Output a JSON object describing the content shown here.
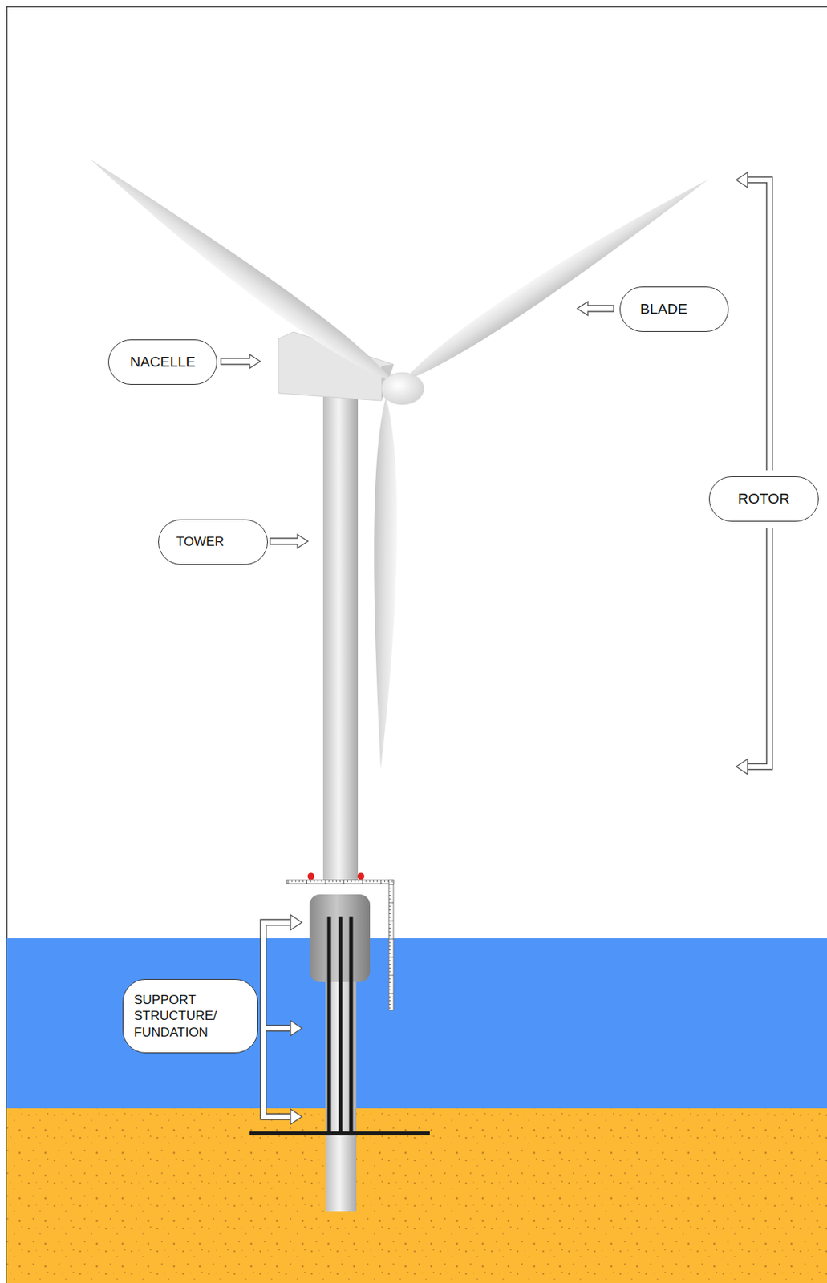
{
  "diagram": {
    "nodes": [
      {
        "text": [
          "BLADE"
        ]
      },
      {
        "text": [
          "NACELLE"
        ]
      },
      {
        "text": [
          "ROTOR"
        ]
      },
      {
        "text": [
          "TOWER"
        ]
      },
      {
        "text": [
          "SUPPORT STRUCTURE/ FUNDATION"
        ]
      }
    ]
  }
}
